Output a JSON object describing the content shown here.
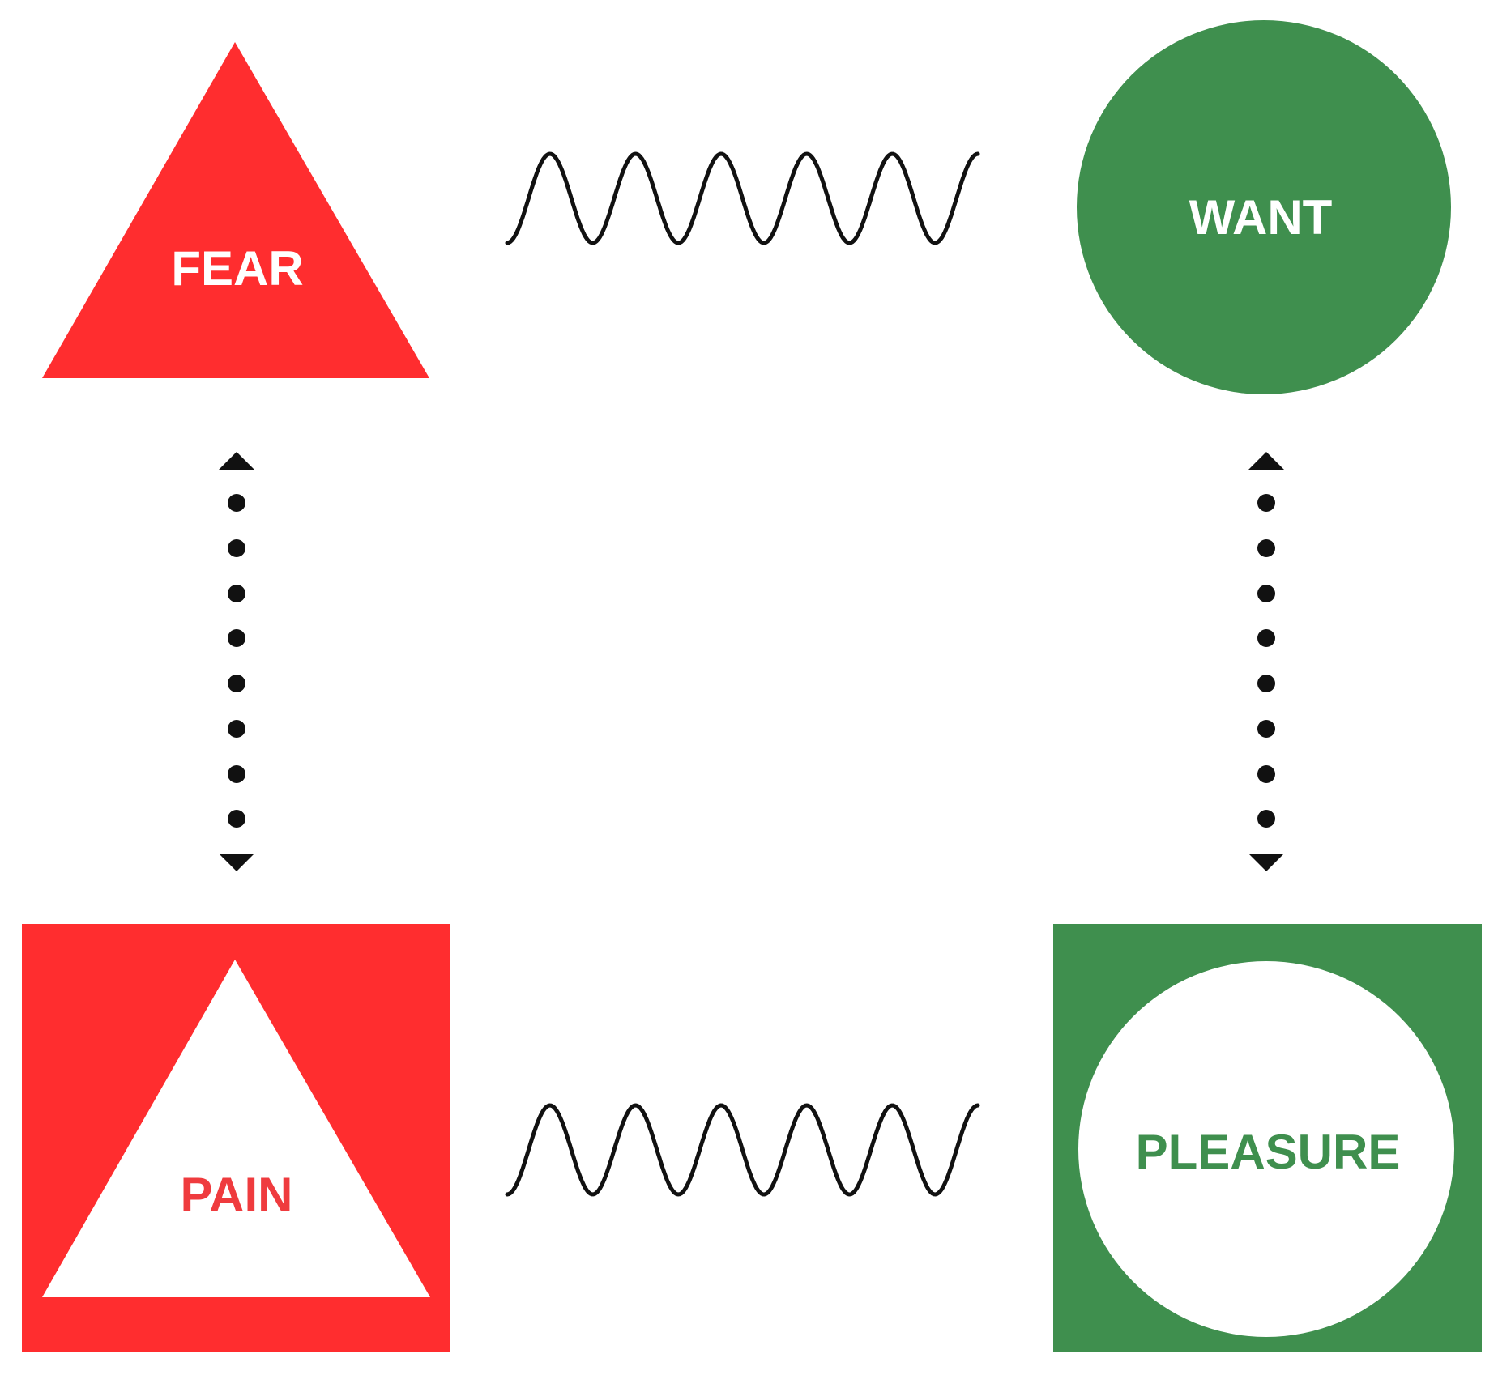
{
  "nodes": {
    "fear": {
      "label": "FEAR",
      "shape": "triangle",
      "fill": "#ff2d2f",
      "text_color": "#ffffff"
    },
    "want": {
      "label": "WANT",
      "shape": "circle",
      "fill": "#3f8f4e",
      "text_color": "#ffffff"
    },
    "pain": {
      "label": "PAIN",
      "shape": "triangle-in-square",
      "fill": "#ff2d2f",
      "inner_fill": "#ffffff",
      "text_color": "#ef3b3e"
    },
    "pleasure": {
      "label": "PLEASURE",
      "shape": "circle-in-square",
      "fill": "#3f8f4e",
      "inner_fill": "#ffffff",
      "text_color": "#3f8f4e"
    }
  },
  "connectors": [
    {
      "from": "fear",
      "to": "want",
      "style": "wavy-line"
    },
    {
      "from": "pain",
      "to": "pleasure",
      "style": "wavy-line"
    },
    {
      "from": "fear",
      "to": "pain",
      "style": "dotted-double-arrow"
    },
    {
      "from": "want",
      "to": "pleasure",
      "style": "dotted-double-arrow"
    }
  ],
  "colors": {
    "line": "#111111",
    "dot": "#111111"
  }
}
